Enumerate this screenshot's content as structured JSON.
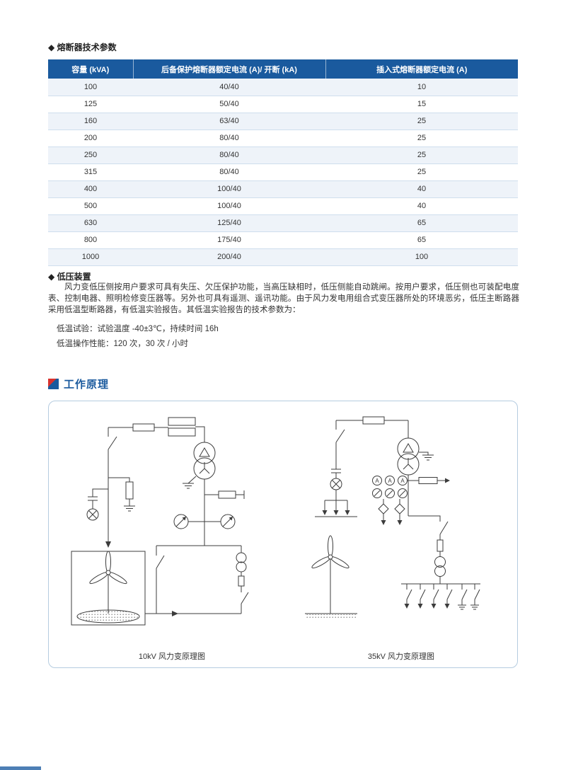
{
  "colors": {
    "header_blue": "#1a5a9e",
    "accent_red": "#d9322e",
    "row_stripe": "#eef3f9",
    "panel_border": "#b5cce0"
  },
  "fuse_section": {
    "title": "◆ 熔断器技术参数",
    "table": {
      "headers": [
        "容量 (kVA)",
        "后备保护熔断器额定电流 (A)/ 开断 (kA)",
        "插入式熔断器额定电流 (A)"
      ],
      "rows": [
        [
          "100",
          "40/40",
          "10"
        ],
        [
          "125",
          "50/40",
          "15"
        ],
        [
          "160",
          "63/40",
          "25"
        ],
        [
          "200",
          "80/40",
          "25"
        ],
        [
          "250",
          "80/40",
          "25"
        ],
        [
          "315",
          "80/40",
          "25"
        ],
        [
          "400",
          "100/40",
          "40"
        ],
        [
          "500",
          "100/40",
          "40"
        ],
        [
          "630",
          "125/40",
          "65"
        ],
        [
          "800",
          "175/40",
          "65"
        ],
        [
          "1000",
          "200/40",
          "100"
        ]
      ]
    }
  },
  "lv_section": {
    "title": "◆ 低压装置",
    "paragraph": "风力变低压侧按用户要求可具有失压、欠压保护功能，当高压缺相时，低压侧能自动跳闸。按用户要求，低压侧也可装配电度表、控制电器、照明检修变压器等。另外也可具有遥测、遥讯功能。由于风力发电用组合式变压器所处的环境恶劣，低压主断路器采用低温型断路器，有低温实验报告。其低温实验报告的技术参数为：",
    "test_line": "低温试验：试验温度 -40±3℃，持续时间 16h",
    "operation_line": "低温操作性能：120 次，30 次 / 小时"
  },
  "principle_section": {
    "title": "工作原理",
    "ammeter_label": "A",
    "captions": [
      "10kV 风力变原理图",
      "35kV 风力变原理图"
    ]
  }
}
